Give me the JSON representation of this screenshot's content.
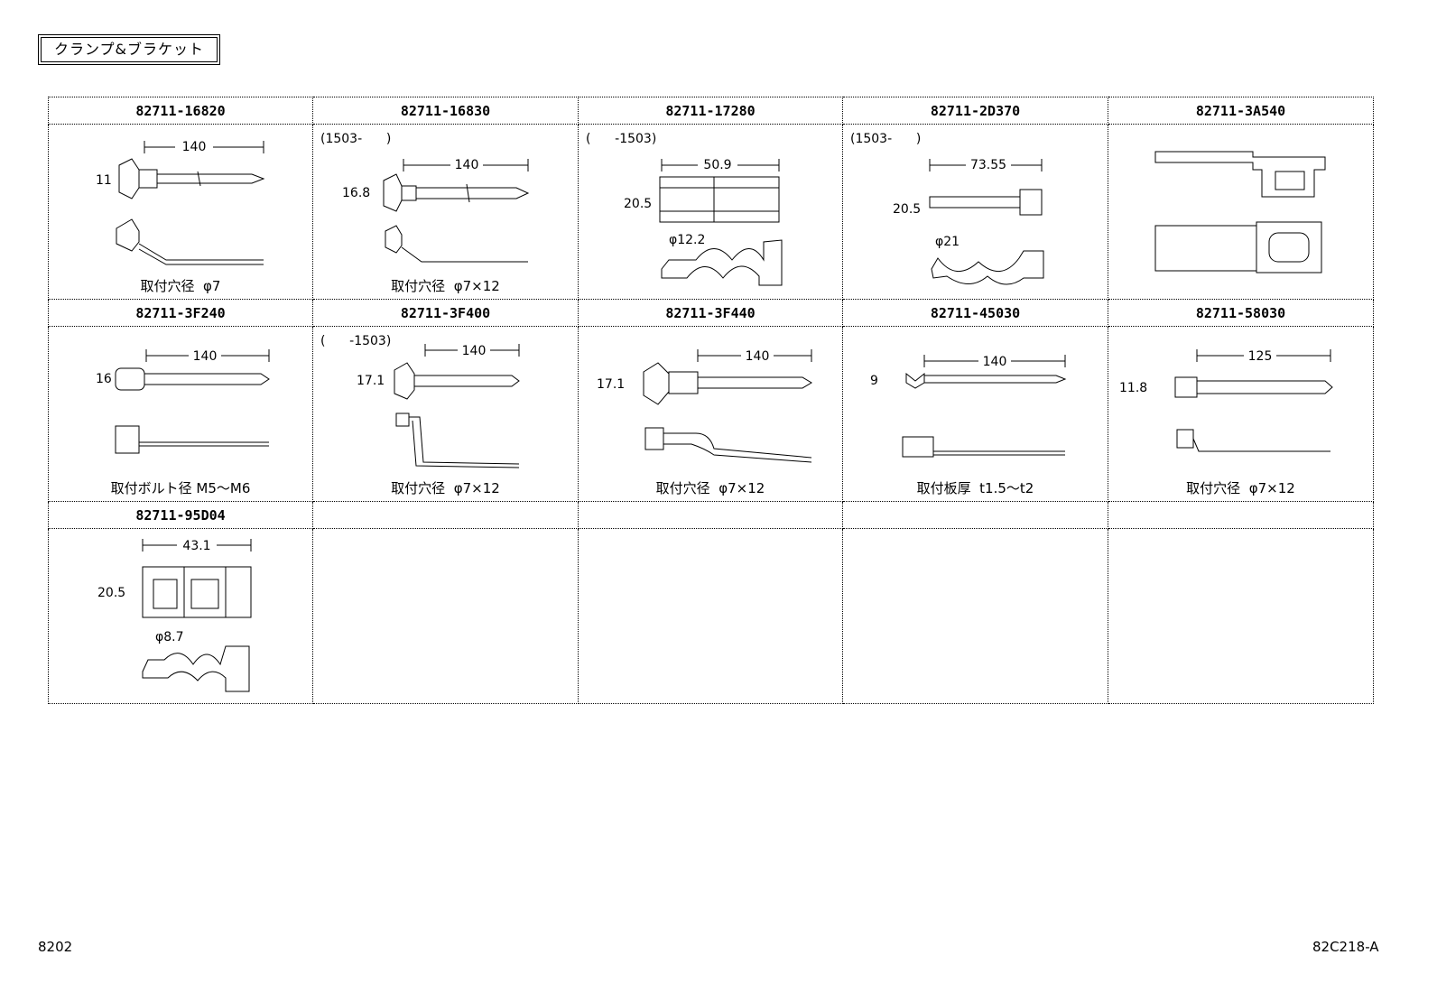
{
  "page_title": "クランプ&ブラケット",
  "footer": {
    "left": "8202",
    "right": "82C218-A"
  },
  "rows": [
    [
      {
        "part": "82711-16820",
        "note": "",
        "caption": "取付穴径  φ7",
        "dims": [
          "140",
          "11"
        ]
      },
      {
        "part": "82711-16830",
        "note": "(1503-      )",
        "caption": "取付穴径  φ7×12",
        "dims": [
          "140",
          "16.8"
        ]
      },
      {
        "part": "82711-17280",
        "note": "(      -1503)",
        "caption": "",
        "dims": [
          "50.9",
          "20.5",
          "φ12.2"
        ]
      },
      {
        "part": "82711-2D370",
        "note": "(1503-      )",
        "caption": "",
        "dims": [
          "73.55",
          "20.5",
          "φ21"
        ]
      },
      {
        "part": "82711-3A540",
        "note": "",
        "caption": "",
        "dims": []
      }
    ],
    [
      {
        "part": "82711-3F240",
        "note": "",
        "caption": "取付ボルト径 M5～M6",
        "dims": [
          "140",
          "16"
        ]
      },
      {
        "part": "82711-3F400",
        "note": "(      -1503)",
        "caption": "取付穴径  φ7×12",
        "dims": [
          "140",
          "17.1"
        ]
      },
      {
        "part": "82711-3F440",
        "note": "",
        "caption": "取付穴径  φ7×12",
        "dims": [
          "140",
          "17.1"
        ]
      },
      {
        "part": "82711-45030",
        "note": "",
        "caption": "取付板厚  t1.5～t2",
        "dims": [
          "140",
          "9"
        ]
      },
      {
        "part": "82711-58030",
        "note": "",
        "caption": "取付穴径  φ7×12",
        "dims": [
          "125",
          "11.8"
        ]
      }
    ],
    [
      {
        "part": "82711-95D04",
        "note": "",
        "caption": "",
        "dims": [
          "43.1",
          "20.5",
          "φ8.7"
        ]
      },
      {
        "part": "",
        "note": "",
        "caption": "",
        "dims": []
      },
      {
        "part": "",
        "note": "",
        "caption": "",
        "dims": []
      },
      {
        "part": "",
        "note": "",
        "caption": "",
        "dims": []
      },
      {
        "part": "",
        "note": "",
        "caption": "",
        "dims": []
      }
    ]
  ]
}
